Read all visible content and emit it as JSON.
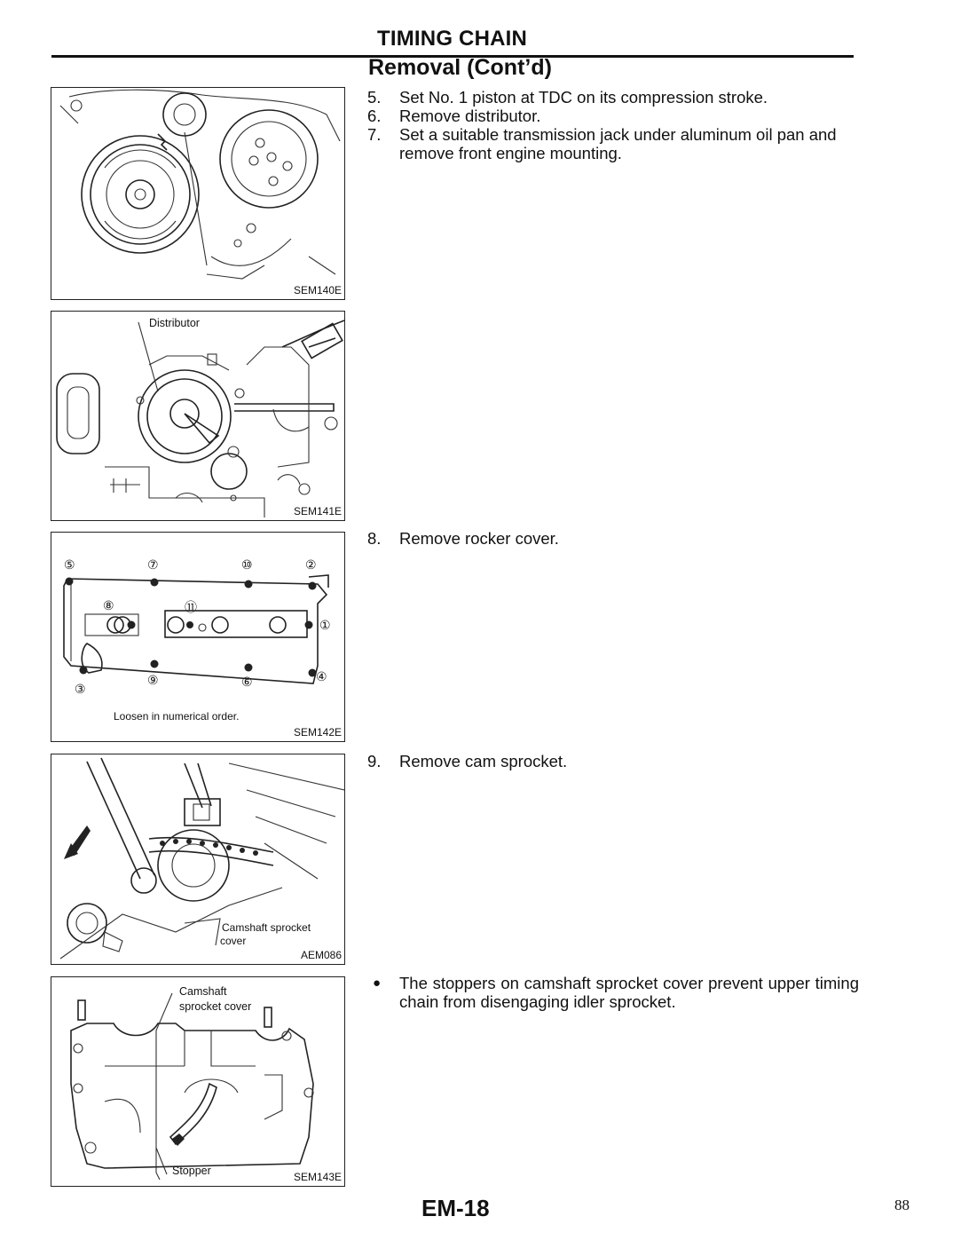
{
  "header": {
    "section_title": "TIMING CHAIN",
    "subtitle": "Removal (Cont’d)"
  },
  "figures": [
    {
      "code": "SEM140E"
    },
    {
      "code": "SEM141E",
      "labels": [
        "Distributor"
      ]
    },
    {
      "code": "SEM142E",
      "caption": "Loosen in numerical order.",
      "bolt_numbers": [
        "⑤",
        "⑦",
        "⑩",
        "②",
        "⑧",
        "⑪",
        "①",
        "③",
        "⑨",
        "⑥",
        "④"
      ]
    },
    {
      "code": "AEM086",
      "labels": [
        "Camshaft sprocket",
        "cover"
      ]
    },
    {
      "code": "SEM143E",
      "labels": [
        "Camshaft",
        "sprocket cover",
        "Stopper"
      ]
    }
  ],
  "steps_group_1": [
    {
      "num": "5.",
      "text": "Set No. 1 piston at TDC on its compression stroke."
    },
    {
      "num": "6.",
      "text": "Remove distributor."
    },
    {
      "num": "7.",
      "text": "Set a suitable transmission jack under aluminum oil pan and remove front engine mounting."
    }
  ],
  "step_8": {
    "num": "8.",
    "text": "Remove rocker cover."
  },
  "step_9": {
    "num": "9.",
    "text": "Remove cam sprocket."
  },
  "note": {
    "bullet": "●",
    "text": "The stoppers on camshaft sprocket cover prevent upper timing chain from disengaging idler sprocket."
  },
  "footer": {
    "page_code": "EM-18",
    "page_number": "88"
  }
}
